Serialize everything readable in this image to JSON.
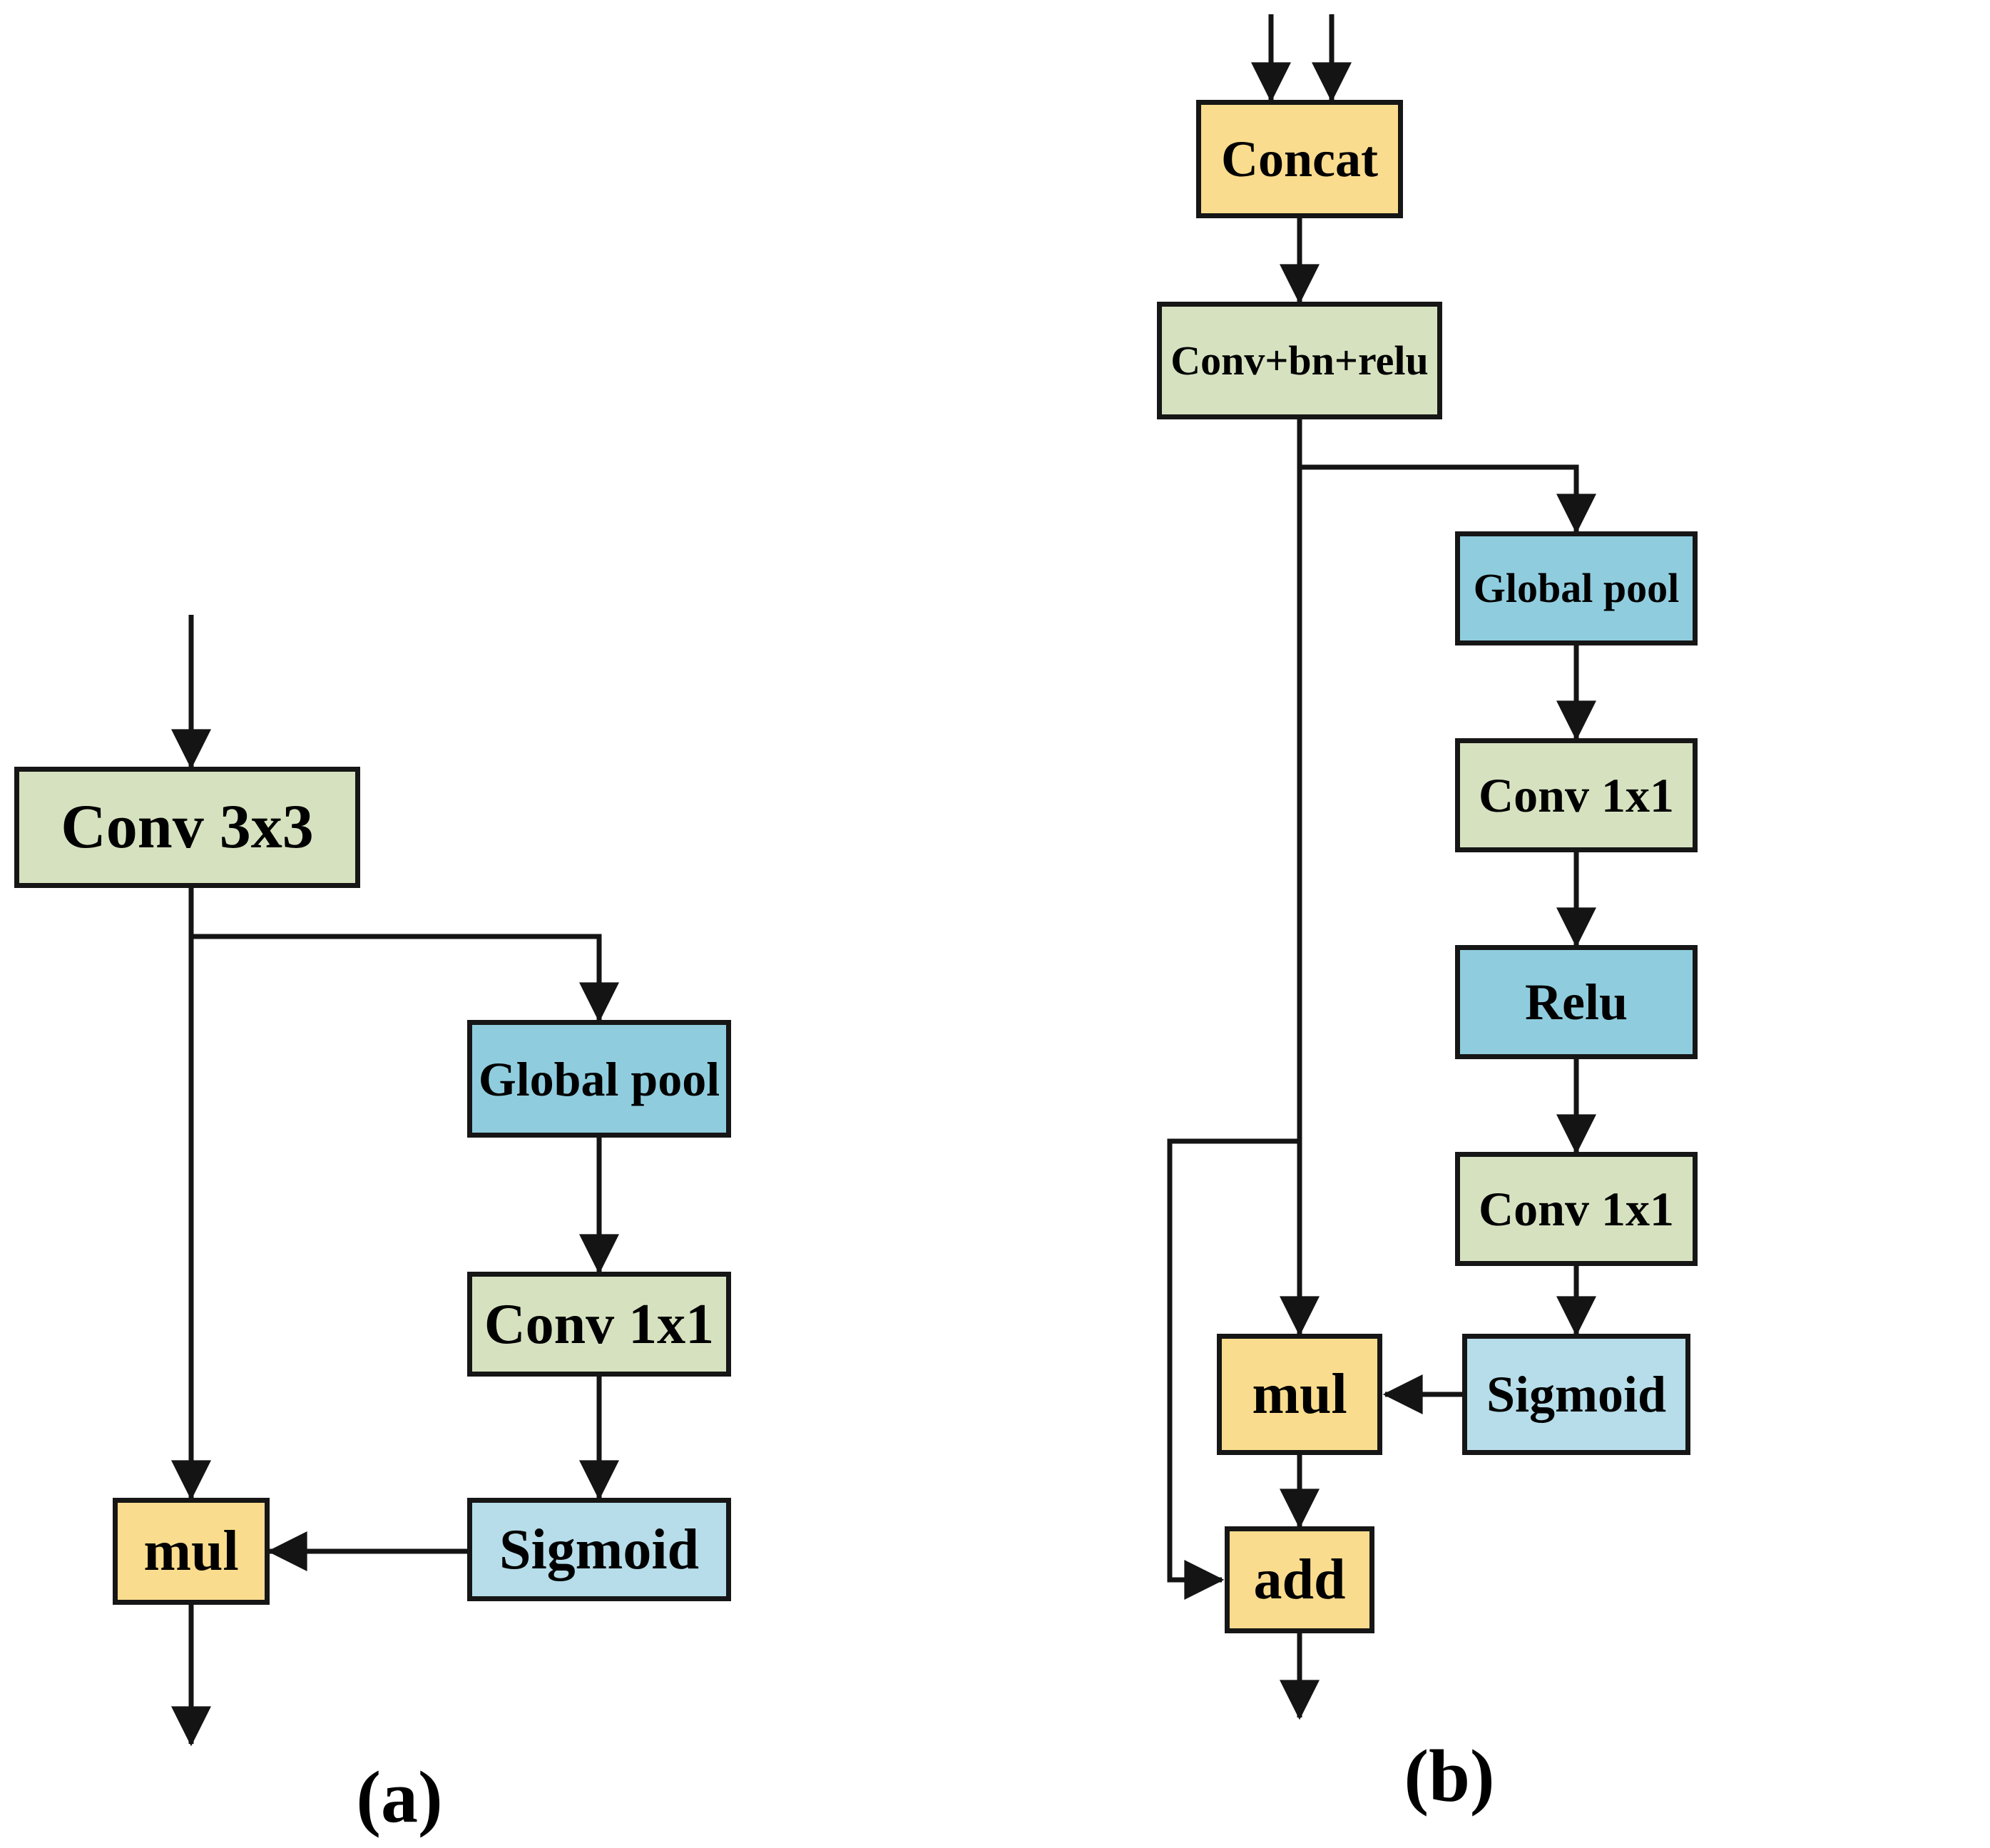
{
  "figure": {
    "palette": {
      "conv_green": "#d6e2bf",
      "pool_blue": "#8fcdde",
      "sigmoid_light_blue": "#b6dde9",
      "op_yellow": "#f9dc8d",
      "line_black": "#141414",
      "background": "#ffffff"
    },
    "panels": {
      "a": {
        "caption": "(a)",
        "nodes": {
          "conv3x3": {
            "label": "Conv 3x3",
            "color": "#d6e2bf"
          },
          "global_pool": {
            "label": "Global pool",
            "color": "#8fcdde"
          },
          "conv1x1": {
            "label": "Conv 1x1",
            "color": "#d6e2bf"
          },
          "sigmoid": {
            "label": "Sigmoid",
            "color": "#b6dde9"
          },
          "mul": {
            "label": "mul",
            "color": "#f9dc8d"
          }
        },
        "edges": [
          "input -> Conv 3x3",
          "Conv 3x3 -> mul",
          "Conv 3x3 -> Global pool",
          "Global pool -> Conv 1x1",
          "Conv 1x1 -> Sigmoid",
          "Sigmoid -> mul",
          "mul -> output"
        ]
      },
      "b": {
        "caption": "(b)",
        "nodes": {
          "concat": {
            "label": "Concat",
            "color": "#f9dc8d"
          },
          "conv_bn_relu": {
            "label": "Conv+bn+relu",
            "color": "#d6e2bf"
          },
          "global_pool": {
            "label": "Global pool",
            "color": "#8fcdde"
          },
          "conv1x1_upper": {
            "label": "Conv 1x1",
            "color": "#d6e2bf"
          },
          "relu": {
            "label": "Relu",
            "color": "#8fcdde"
          },
          "conv1x1_lower": {
            "label": "Conv 1x1",
            "color": "#d6e2bf"
          },
          "sigmoid": {
            "label": "Sigmoid",
            "color": "#b6dde9"
          },
          "mul": {
            "label": "mul",
            "color": "#f9dc8d"
          },
          "add": {
            "label": "add",
            "color": "#f9dc8d"
          }
        },
        "edges": [
          "input 1 -> Concat",
          "input 2 -> Concat",
          "Concat -> Conv+bn+relu",
          "Conv+bn+relu -> mul",
          "Conv+bn+relu -> Global pool",
          "Conv+bn+relu -> add (skip)",
          "Global pool -> Conv 1x1",
          "Conv 1x1 -> Relu",
          "Relu -> Conv 1x1",
          "Conv 1x1 -> Sigmoid",
          "Sigmoid -> mul",
          "mul -> add",
          "add -> output"
        ]
      }
    }
  }
}
